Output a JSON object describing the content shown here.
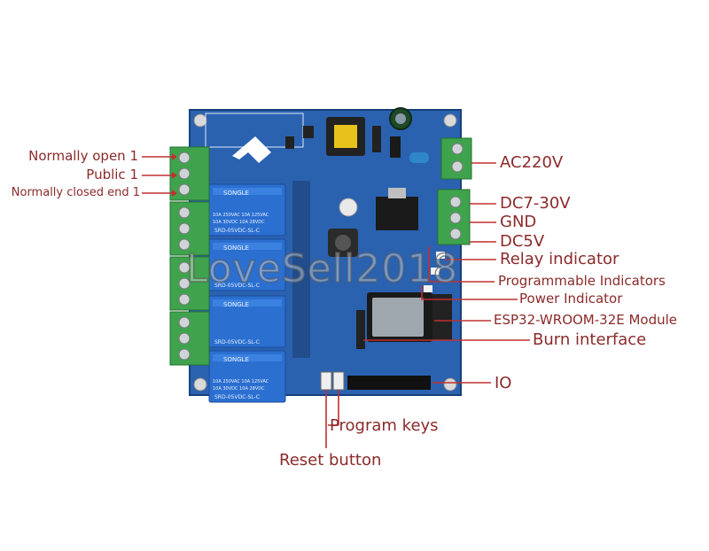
{
  "labels": {
    "normally_open": "Normally open 1",
    "public": "Public 1",
    "normally_closed": "Normally closed end 1",
    "ac220v": "AC220V",
    "dc7_30v": "DC7-30V",
    "gnd": "GND",
    "dc5v": "DC5V",
    "relay_indicator": "Relay indicator",
    "programmable_indicators": "Programmable Indicators",
    "power_indicator": "Power Indicator",
    "esp32_module": "ESP32-WROOM-32E Module",
    "burn_interface": "Burn interface",
    "io": "IO",
    "program_keys": "Program keys",
    "reset_button": "Reset button"
  },
  "relay_text": {
    "brand": "SONGLE",
    "spec_ac": "10A 250VAC 10A 125VAC",
    "spec_dc": "10A 30VDC 10A 28VDC",
    "model": "SRD-05VDC-SL-C"
  },
  "watermark": "LoveSell2018",
  "colors": {
    "pcb": "#2a62b0",
    "terminal": "#3fa34d",
    "relay": "#2b6fd0",
    "label": "#8b2a2a",
    "pointer": "#c03030"
  }
}
